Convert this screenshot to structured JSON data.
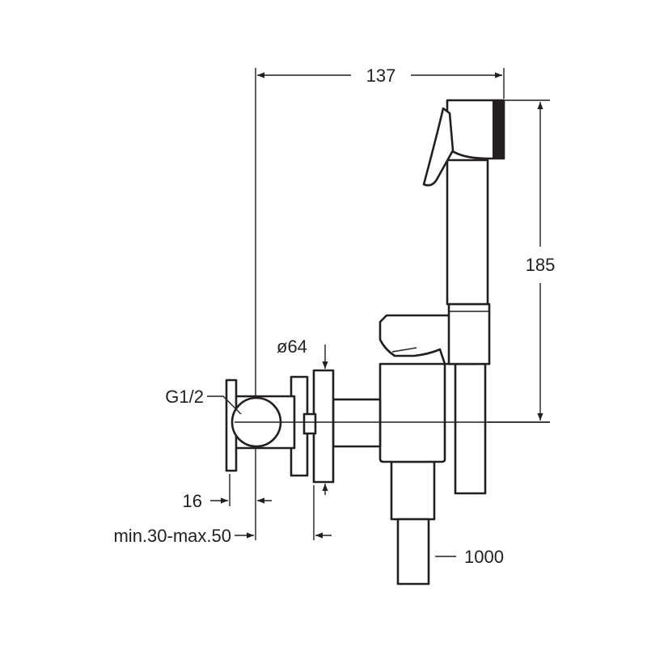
{
  "dimensions": {
    "overall_width": "137",
    "overall_height": "185",
    "flange_diameter": "ø64",
    "thread": "G1/2",
    "offset": "16",
    "wall_depth": "min.30-max.50",
    "hose_length": "1000"
  }
}
